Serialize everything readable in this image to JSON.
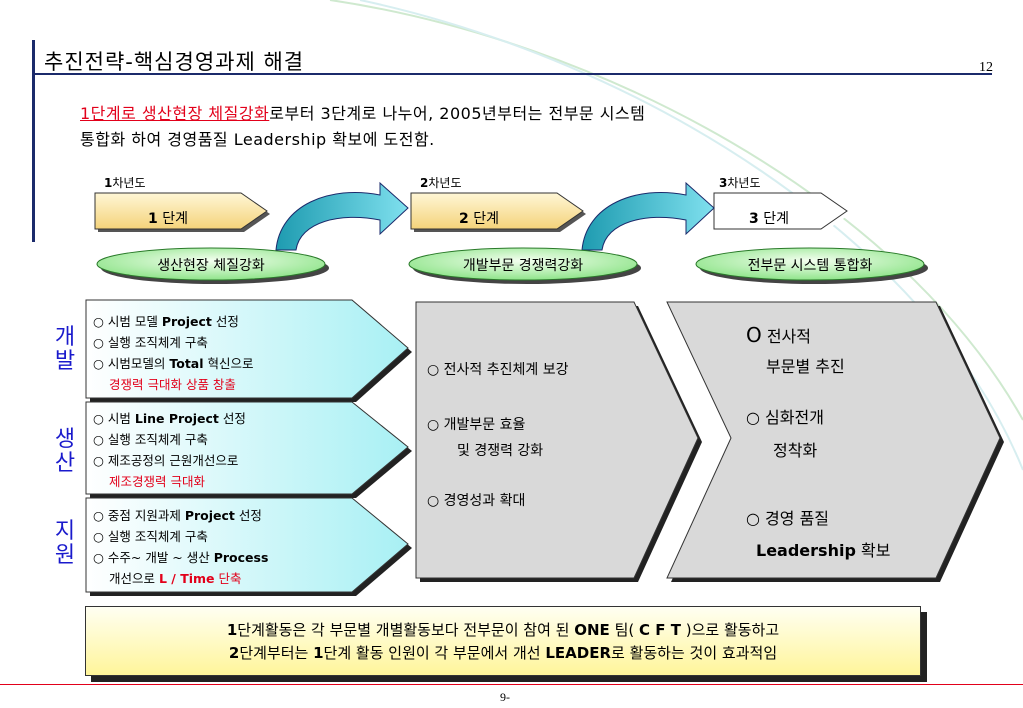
{
  "header": {
    "title": "추진전략-핵심경영과제 해결",
    "page_number": "12"
  },
  "intro": {
    "line1_highlight": "1단계로 생산현장 체질강화",
    "line1_rest": "로부터 3단계로 나누어, 2005년부터는 전부문 시스템",
    "line2": "통합화 하여 경영품질 Leadership 확보에 도전함."
  },
  "stages": [
    {
      "year_num": "1",
      "year_suffix": "차년도",
      "num": "1",
      "label": " 단계",
      "goal": "생산현장 체질강화"
    },
    {
      "year_num": "2",
      "year_suffix": "차년도",
      "num": "2",
      "label": " 단계",
      "goal": "개발부문 경쟁력강화"
    },
    {
      "year_num": "3",
      "year_suffix": "차년도",
      "num": "3",
      "label": " 단계",
      "goal": "전부문 시스템 통합화"
    }
  ],
  "left_groups": [
    {
      "side_label": [
        "개",
        "발"
      ],
      "items": [
        "○ 시범 모델 ",
        "Project",
        " 선정",
        "○ 실행 조직체계 구축",
        "○ 시범모델의 ",
        "Total",
        " 혁신으로",
        "경쟁력 극대화 상품 창출"
      ]
    },
    {
      "side_label": [
        "생",
        "산"
      ],
      "items": [
        "○ 시범 ",
        "Line Project",
        " 선정",
        "○ 실행 조직체계 구축",
        "○ 제조공정의 근원개선으로",
        "제조경쟁력 극대화"
      ]
    },
    {
      "side_label": [
        "지",
        "원"
      ],
      "items": [
        "○ 중점 지원과제 ",
        "Project",
        " 선정",
        "○ 실행 조직체계 구축",
        "○ 수주~ 개발 ~ 생산  ",
        "Process",
        "개선으로  ",
        "L / Time",
        " 단축"
      ]
    }
  ],
  "middle_items": [
    "○ 전사적 추진체계 보강",
    "○ 개발부문  효율",
    "및 경쟁력 강화",
    "○ 경영성과  확대"
  ],
  "right_items": [
    "O",
    " 전사적",
    "부문별 추진",
    "○ 심화전개",
    "정착화",
    "○ 경영 품질",
    "Leadership",
    " 확보"
  ],
  "bottom": {
    "line1_a": "1",
    "line1_b": "단계활동은  각 부문별 개별활동보다  전부문이 참여 된  ",
    "line1_c": "ONE",
    "line1_d": " 팀( ",
    "line1_e": "C F T",
    "line1_f": " )으로 활동하고",
    "line2_a": "2",
    "line2_b": "단계부터는  ",
    "line2_c": "1",
    "line2_d": "단계 활동 인원이  각 부문에서  개선 ",
    "line2_e": "LEADER",
    "line2_f": "로  활동하는 것이  효과적임"
  },
  "footer": {
    "page_label": "9-"
  },
  "colors": {
    "accent_red": "#e2001a",
    "navy": "#1b2a6b",
    "oval_green": "#7fe07a",
    "teal_arrow": "#2bb6c8",
    "side_blue": "#1a1acc"
  }
}
